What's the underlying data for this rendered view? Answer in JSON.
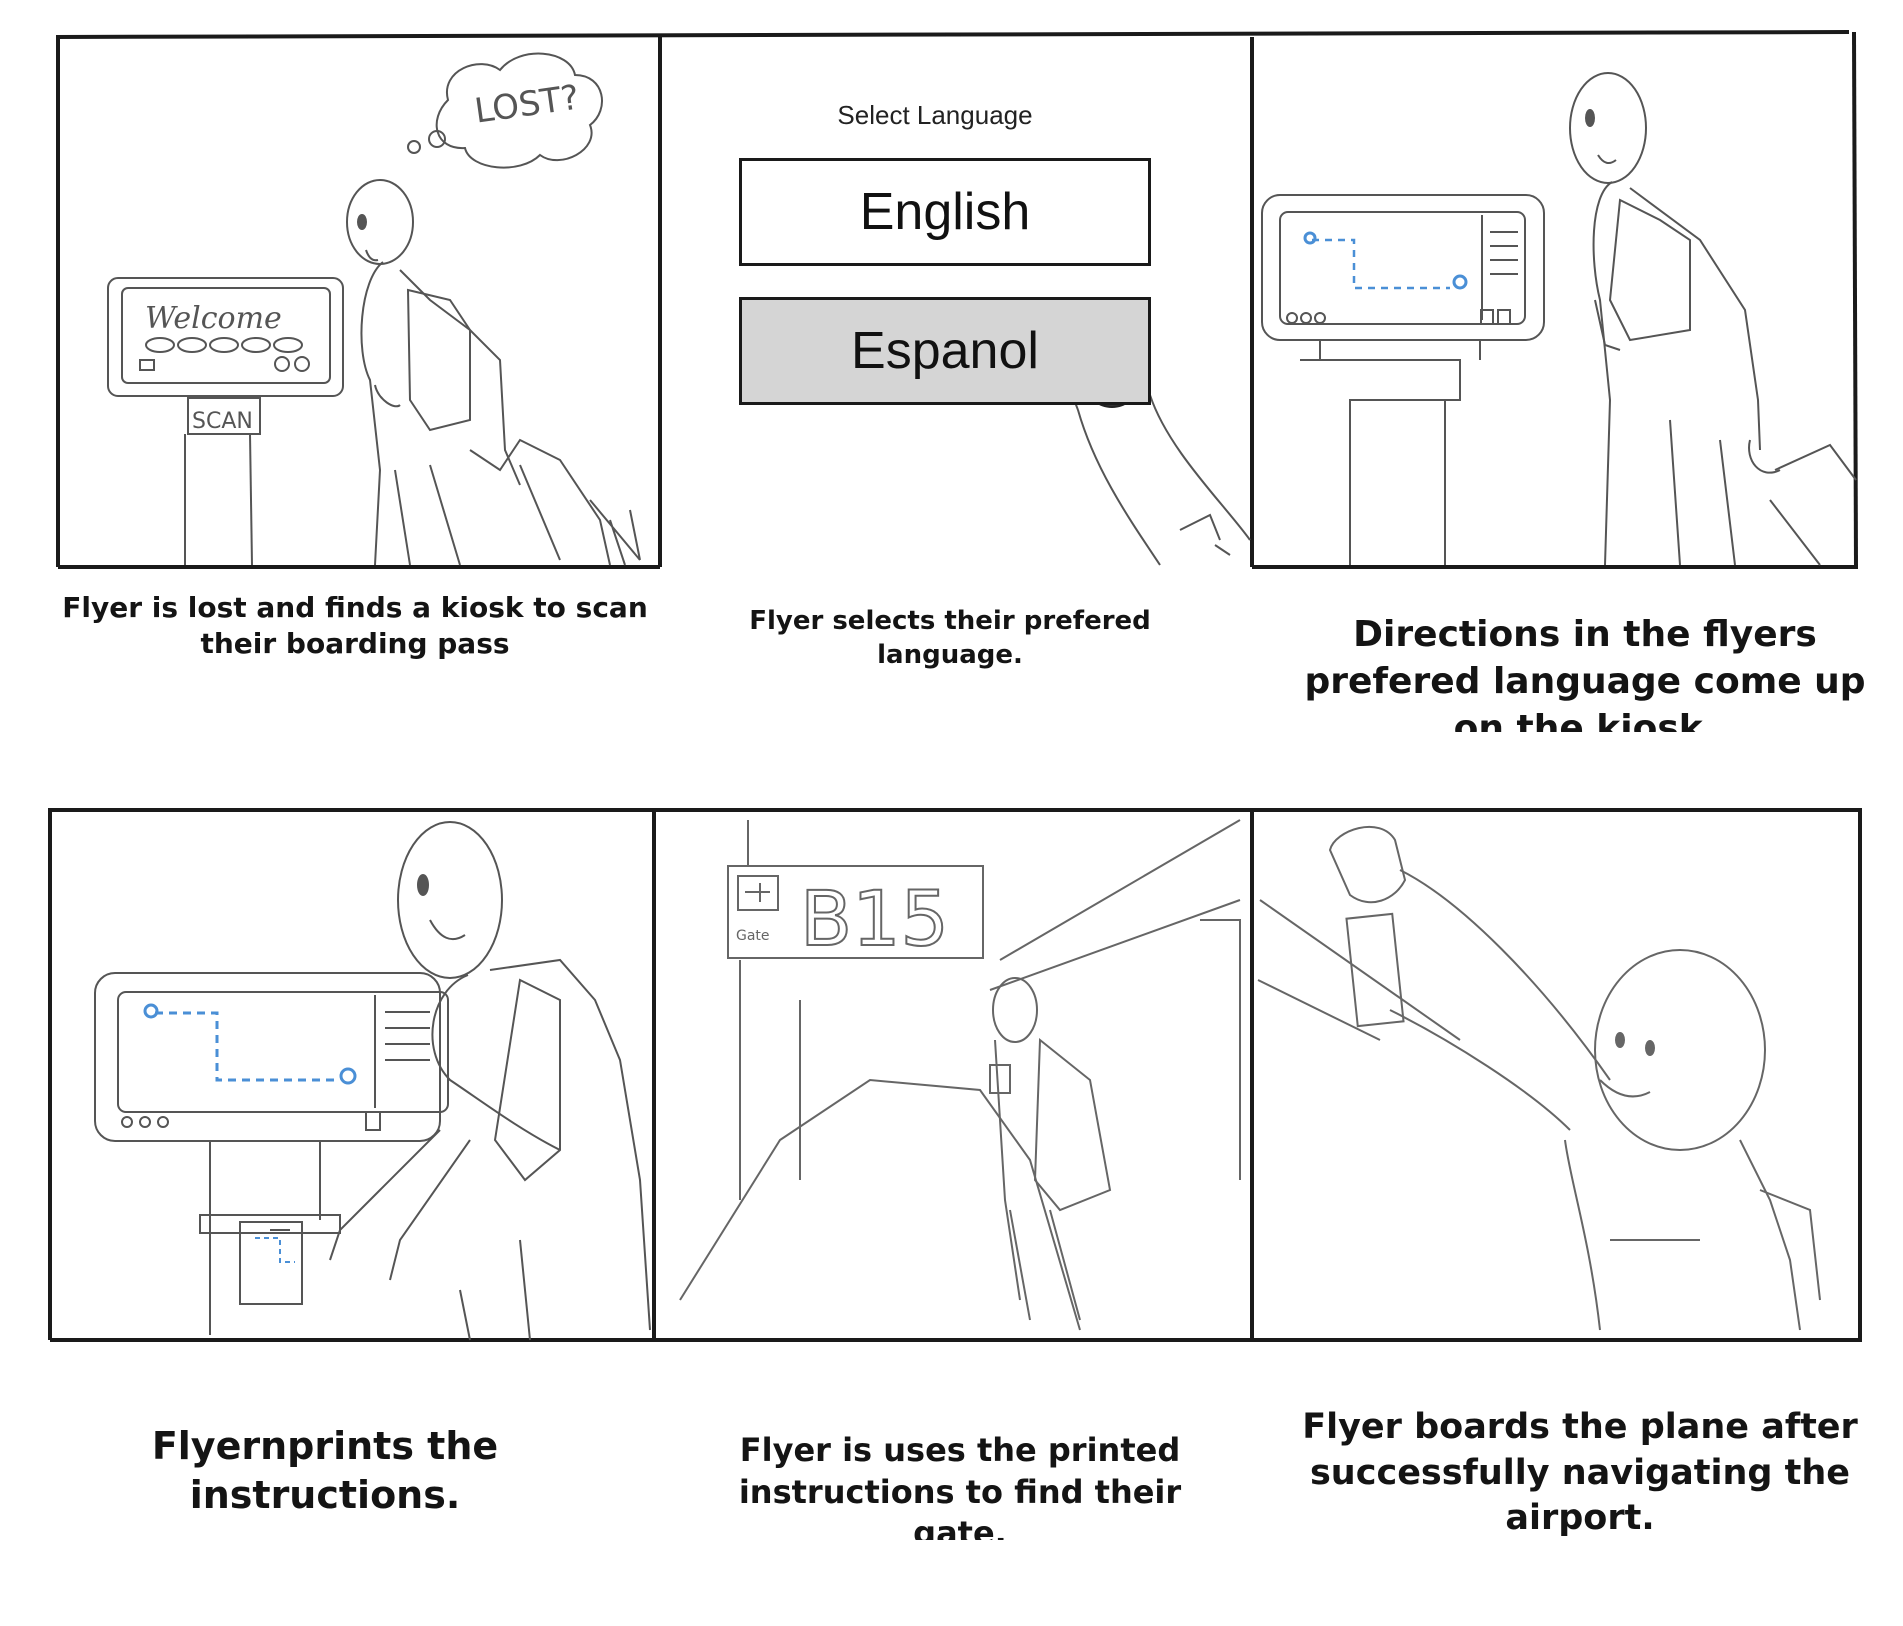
{
  "panels": [
    {
      "id": 1,
      "thought": "LOST?",
      "kiosk_screen_text": "Welcome",
      "kiosk_label": "SCAN",
      "caption": "Flyer is lost and finds a kiosk to scan their boarding pass"
    },
    {
      "id": 2,
      "screen_title": "Select Language",
      "buttons": [
        "English",
        "Espanol"
      ],
      "selected": "Espanol",
      "caption": "Flyer selects their prefered language."
    },
    {
      "id": 3,
      "caption": "Directions in the flyers prefered language come up on the kiosk."
    },
    {
      "id": 4,
      "caption": "Flyernprints the instructions."
    },
    {
      "id": 5,
      "gate_label": "Gate",
      "gate_number": "B15",
      "caption": "Flyer is uses the printed instructions to find their gate."
    },
    {
      "id": 6,
      "caption": "Flyer boards the plane after successfully navigating the airport."
    }
  ],
  "colors": {
    "line": "#1a1a1a",
    "pencil": "#555555",
    "route_blue": "#4a8fd6",
    "selected_fill": "#d5d5d5"
  }
}
